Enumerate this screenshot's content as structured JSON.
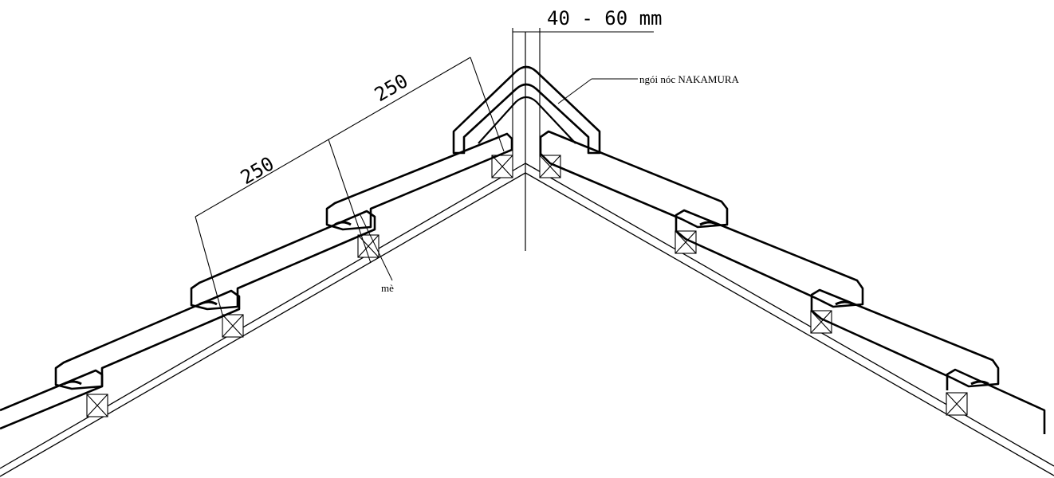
{
  "labels": {
    "ridge_gap": "40 - 60 mm",
    "ridge_tile": "ngói nóc NAKAMURA",
    "mortar": "mè"
  },
  "dimensions": {
    "lower_spacing": "250",
    "upper_spacing": "250"
  },
  "colors": {
    "line": "#000000",
    "background": "#ffffff"
  }
}
